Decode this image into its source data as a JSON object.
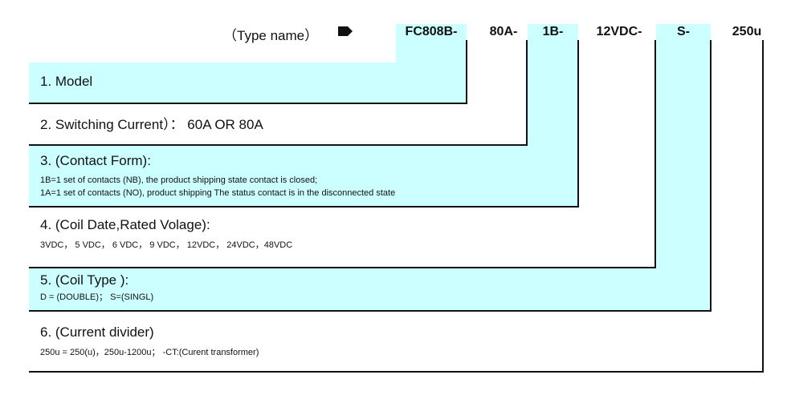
{
  "header": {
    "type_name_label": "（Type name）",
    "segments": [
      "FC808B-",
      "80A-",
      "1B-",
      "12VDC-",
      "S-",
      "250u"
    ]
  },
  "rows": [
    {
      "title": "1. Model",
      "details": []
    },
    {
      "title": "2. Switching Current）： 60A OR 80A",
      "details": []
    },
    {
      "title": "3. (Contact Form):",
      "details": [
        "1B=1 set of contacts (NB), the product shipping state contact is closed;",
        "1A=1 set of contacts (NO), product shipping The status contact is in the disconnected state"
      ]
    },
    {
      "title": "4. (Coil Date,Rated Volage):",
      "details": [
        "3VDC， 5 VDC， 6 VDC， 9 VDC， 12VDC， 24VDC，48VDC"
      ]
    },
    {
      "title": "5. (Coil Type ):",
      "details": [
        "D = (DOUBLE)； S=(SINGL)"
      ]
    },
    {
      "title": "6. (Current divider)",
      "details": [
        "250u = 250(u)，250u-1200u； -CT:(Curent transformer)"
      ]
    }
  ],
  "colors": {
    "highlight": "#ccffff",
    "line": "#111111"
  }
}
